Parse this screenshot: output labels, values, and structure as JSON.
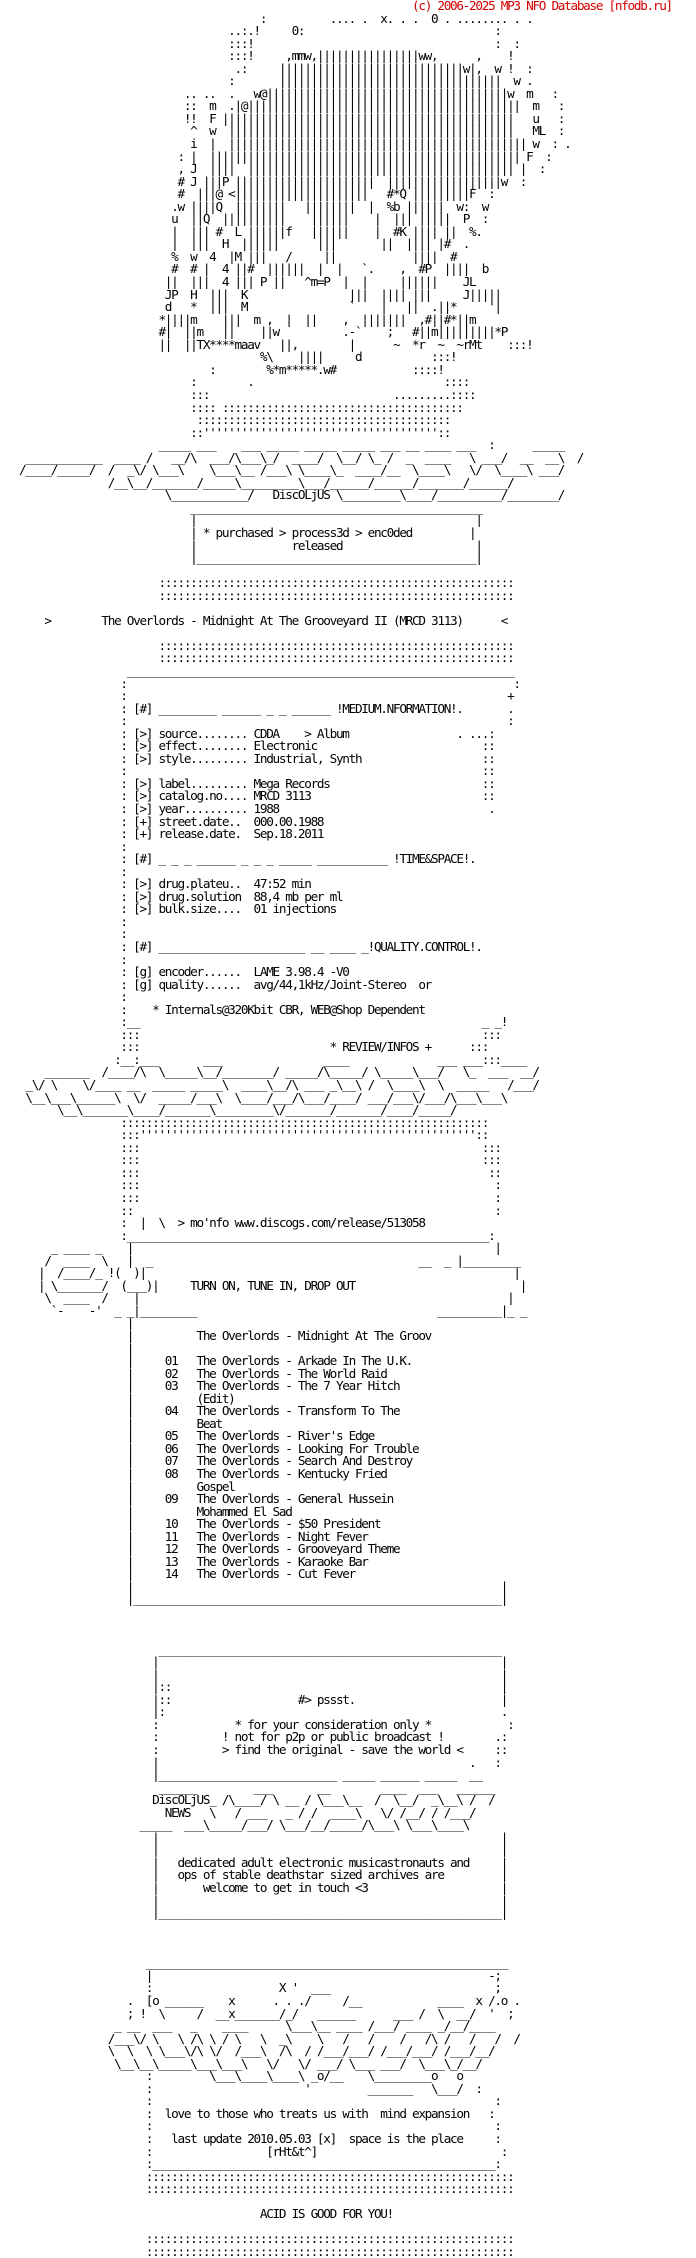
{
  "header": {
    "copyright": "(c) 2006-2025 MP3 NFO Database [nfodb.ru]",
    "indent": "                                                                 "
  },
  "nfo_lines": [
    "                                         :          .... .  x. . .  0 . ........ . .",
    "                                    ..:.!     0:                              :",
    "                                    :::!                                      :  :",
    "                                    :::!     ,mmw,||||||||||||||||ww,      ,    !",
    "                                     .:     |||||||||||||||||||||||||||||w|,  w !  :",
    "                                    :       |||||||||||||||||||||||||||||||||||  w .",
    "                             .. ..  .   w@||||||||||||||||||||||||||||||||||||||w  m   :",
    "                             ::  m  .|@|||||||||||||||||||||||||||||||||||||||||||  m   :",
    "                             !!  F ||||||||||||||||||||||||||||||||||||||||||||||   u   :",
    "                              ^  w  |||||||||||||||||||||||||||||||||||||||||||||   ML  :",
    "                              i  |  ||||||||||||||||||||||||||||||||||||||||||||||| w  : .",
    "                            : |  ||||||||||||||||||||||||||||||||||||||||||||||||| F  :",
    "                            , J  ||||  |||||||||||||||||||||||||||||||||||||||||| |  :",
    "                            # J |||P ||||||||||||||||||||||  ||||||||||||||||||w  :",
    "                            #  |||@ <|||||||||||||||||||||   #*Q |||||||||F  :",
    "                           .w ||||Q  ||||||||   ||||||||  |  %b ||||||  w:  w",
    "                           u  ||Q  ||||||||||    ||||||    |  ||| |||||  P  :",
    "                           |  ||| #  L ||||||f   ||||||    |  #K |||| ||  %.",
    "                           |  |||  H  ||||||      |||       ||  |||| |#  .",
    "                           %  w  4  |M |||   /     ||            ||||  #",
    "                           #  # |  4 ||#  ||||||  |  |   `.    ,  #P  ||||  b",
    "                          ||  |||  4 ||| P ||   ^m=P  |  |     ||||||    JL",
    "                          JP  H  |||  K                |||  |||| |||     J|||||",
    "                          d   *  |||  M                `    |   ||  .||*     '|",
    "                         *||||m    |||  m ,  |  ||    ,  |||||||  ,#||#*||m",
    "                         #|  ||m   ||    ||w          .-`    ;   #||m|||||||||*P",
    "                         ||  ||TX****maav   ||,        |      ~  *r  ~  ~rMt    :::!",
    "                                         %\\    ||||     d           :::!",
    "                                 :        %*m*****.w#            ::::!",
    "                              :        .                              ::::",
    "                              :::                             .........::::",
    "                              :::: ::::::::::::::::::::::::::::::::::::::",
    "                               ::::::::::::::::::::::::::::::::::::::::",
    "                              ::'''''''''''''''''''''''''''''''''''''::",
    "                         _____ ___    ___ _____ _____ _____ ___ __ ____ ___  :      _____",
    "    ____________  ____ /   __/\\  ___/\\___\\_/  ____/  \\__/ \\_ /  _  ____   \\ ___/  __  __\\  /",
    "   /____/_____/  /  _\\/ \\___\\    \\___\\__ /___\\ \\____\\_  ____/__  \\____\\   \\/  \\____\\ ___/",
    "                 /__\\__/_______/_____\\_________\\___/______/______/_______/______/",
    "                          \\____________/   DiscOLjUS \\_________\\____/__________/________/",
    "                              ______________________________________________",
    "                              |                                            |",
    "                              | * purchased > process3d > enc0ded         |",
    "                              |               released                     |",
    "                              |____________________________________________|",
    "",
    "                         ::::::::::::::::::::::::::::::::::::::::::::::::::::::::",
    "                         ::::::::::::::::::::::::::::::::::::::::::::::::::::::::",
    "",
    "       >        The Overlords - Midnight At The Grooveyard II (MRCD 3113)      <",
    "",
    "                         ::::::::::::::::::::::::::::::::::::::::::::::::::::::::",
    "                         ::::::::::::::::::::::::::::::::::::::::::::::::::::::::",
    "                    _____________________________________________________________",
    "                   :                                                             :",
    "                   :                                                            +",
    "                   : [#] _________ ______ _ _ ______ !MEDIUM.NFORMATION!.       .",
    "                   :                                                            :",
    "                   : [>] source........ CDDA    > Album                 . ...:",
    "                   : [>] effect........ Electronic                          ::",
    "                   : [>] style......... Industrial, Synth                   ::",
    "                   :                                                        ::",
    "                   : [>] label......... Mega Records                        ::",
    "                   : [>] catalog.no.... MRCD 3113                           ::",
    "                   : [>] year.......... 1988                                 .",
    "                   : [+] street.date..  000.00.1988",
    "                   : [+] release.date.  Sep.18.2011",
    "                   :",
    "                   : [#] _ _ _ ______ _ _ _ _____ ___________ !TIME&SPACE!.",
    "                   :",
    "                   : [>] drug.plateu..  47:52 min",
    "                   : [>] drug.solution  88,4 mb per ml",
    "                   : [>] bulk.size....  01 injections",
    "                   :",
    "                   :",
    "                   : [#] _______________________ __ ____ _!QUALITY.CONTROL!.",
    "                   :",
    "                   : [g] encoder......  LAME 3.98.4 -V0",
    "                   : [g] quality......  avg/44,1kHz/Joint-Stereo  or",
    "                   :",
    "                   :    * Internals@320Kbit CBR, WEB@Shop Dependent",
    "                   :__                                                      _ _!",
    "                   :::                                                      :::",
    "                   :::                              * REVIEW/INFOS +      :::",
    "                  :__:___       ___                ____              ___ ___:::____",
    "       _______  /____/\\  \\_____\\__/________/ _____/\\_____/ \\_____\\___/   \\_  ___  __/",
    "    _\\/ \\    \\/____ __  _____ _____\\  ____\\__/\\ ___ _\\__\\ /  \\____\\  \\  _____   /___/",
    "    \\__\\___\\______\\  \\/  _____/___\\  \\____/___/\\___/____/ ___/___\\/___/\\___\\___\\",
    "         \\__\\_______\\____/_______\\_________\\/_______/_______/____/_____/",
    "                   ::::::::::::::::::::::::::::::::::::::::::::::::::::::::::",
    "                   :::'''''''''''''''''''''''''''''''''''''''''''''''''''''::",
    "                   :::                                                      :::",
    "                   :::                                                      :::",
    "                   :::                                                       ::",
    "                   :::                                                        :",
    "                   :::                                                        :",
    "                   ::                                                         :",
    "                   :  |  \\  > mo'nfo www.discogs.com/release/513058",
    "                   :_________________________________________________________:",
    "        _ ____ _    |                                                         |",
    "       /  ____  \\   |  _                                          __  _ |_________",
    "      |  /____/_ !(  )|                                                          |",
    "      | \\_______/  (___)|     TURN ON, TUNE IN, DROP OUT                          |",
    "       \\  ____  /    |                                                          |",
    "        `-    -'  _ _|_________                                      __________|_ _",
    "                    |",
    "                    |          The Overlords - Midnight At The Groov",
    "                    |",
    "                    |     01   The Overlords - Arkade In The U.K.",
    "                    |     02   The Overlords - The World Raid",
    "                    |     03   The Overlords - The 7 Year Hitch",
    "                    |          (Edit)",
    "                    |     04   The Overlords - Transform To The",
    "                    |          Beat",
    "                    |     05   The Overlords - River's Edge",
    "                    |     06   The Overlords - Looking For Trouble",
    "                    |     07   The Overlords - Search And Destroy",
    "                    |     08   The Overlords - Kentucky Fried",
    "                    |          Gospel",
    "                    |     09   The Overlords - General Hussein",
    "                    |          Mohammed El Sad",
    "                    |     10   The Overlords - $50 President",
    "                    |     11   The Overlords - Night Fever",
    "                    |     12   The Overlords - Grooveyard Theme",
    "                    |     13   The Overlords - Karaoke Bar",
    "                    |     14   The Overlords - Cut Fever",
    "                    |                                                          |",
    "                    |__________________________________________________________|",
    "",
    "",
    "",
    "                         ______________________________________________________",
    "                        |                                                      |",
    "                        |                                                      |",
    "                        |::                                                    |",
    "                        |::                    #> pssst.                       |",
    "                        |:                                                     .",
    "                        :            * for your consideration only *            :",
    "                        :          ! not for p2p or public broadcast !        .:",
    "                        :          > find the original - save the world <     ::",
    "                        |                                                 .   :",
    "                        |____________________________ _____ ______ _____  __",
    "                         ______         ___       __        ____  ___   ______",
    "                        DiscOLjUS_ /\\____/ \\ __ / \\___\\__  /  \\__/  _\\__\\ /  /",
    "                          NEWS   \\   / ___   _ / /  ____\\   \\/ /__/ / /___/",
    "                      _____  ___\\_____/___/ \\___/__/_____/\\___\\ \\___\\____\\",
    "                        |                                                      |",
    "                        |                                                      |",
    "                        |   dedicated adult electronic musicastronauts and     |",
    "                        |   ops of stable deathstar sized archives are         |",
    "                        |       welcome to get in touch <3                     |",
    "                        |                                                      |",
    "                        |______________________________________________________|",
    "",
    "",
    "",
    "                       _________________________________________________________",
    "                       |                                                     -;",
    "                       :                    X '  ___                          ;",
    "                    .  [o ______    x      . . ./     /__            ____  x /.o .",
    "                    ; !  \\     /  __x_______/_/   ______      ___ /  \\  __/  '  ;",
    "                  _ __  ___   _    ____      \\___\\__ ____ /___/ ____ _/__/____",
    "                 /___\\/ \\   \\ /\\ \\ / \\   \\  _\\    \\   /   /    /   /\\ /   /   /  /",
    "                 \\  \\  \\ \\___\\/\\ \\/  /___\\  /\\  / /___/___/ /___/___/ /___/__/",
    "                  \\__\\__\\_____\\___\\___\\   \\/   \\/ ___/ \\___ ___/  \\___\\_/__/",
    "                       :         \\___\\____\\____\\ _o/__    \\_________o   o",
    "                       :                        '         _______   \\___/  :",
    "                       :                                                      :",
    "                       :  love to those who treats us with  mind expansion   :",
    "                       :                                                      :",
    "                       :   last update 2010.05.03 [x]  space is the place     :",
    "                       :                  [rHt&t^]                             :",
    "                       :______________________________________________________:",
    "                       ::::::::::::::::::::::::::::::::::::::::::::::::::::::::::",
    "                       ::::::::::::::::::::::::::::::::::::::::::::::::::::::::::",
    "",
    "                                         ACID IS GOOD FOR YOU!",
    "",
    "                       ::::::::::::::::::::::::::::::::::::::::::::::::::::::::::",
    "                       ::::::::::::::::::::::::::::::::::::::::::::::::::::::::::"
  ]
}
